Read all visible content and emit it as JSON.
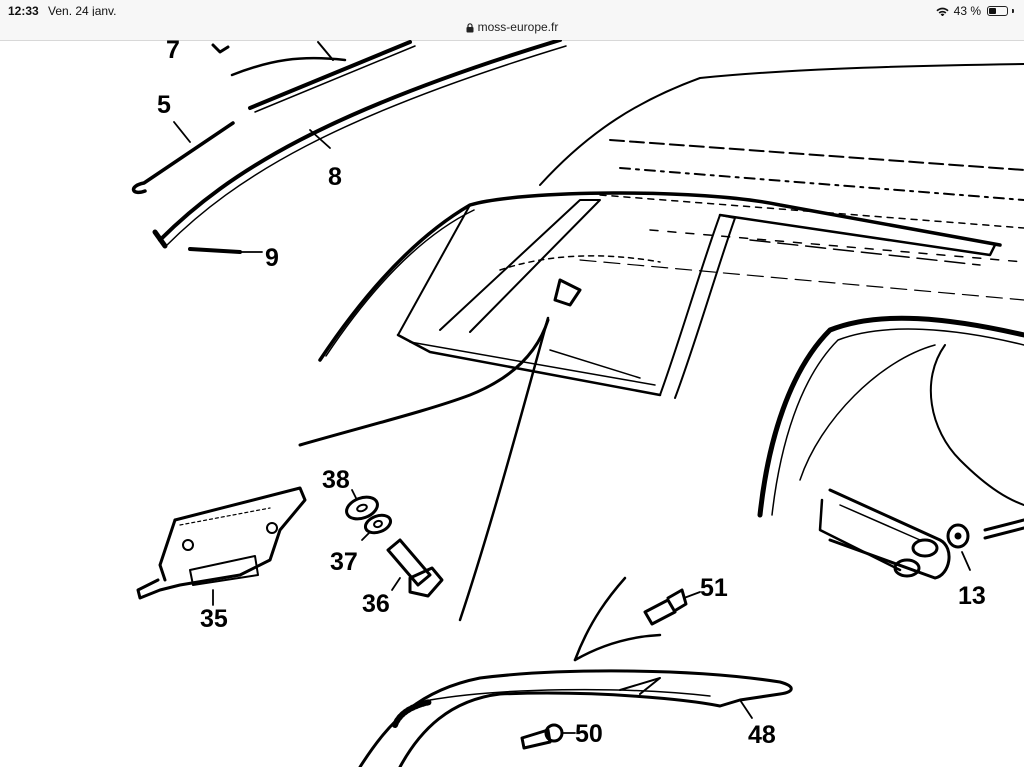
{
  "status_bar": {
    "time": "12:33",
    "date": "Ven. 24 janv.",
    "battery_percent": "43 %",
    "battery_level": 0.43,
    "icons": [
      "wifi-icon",
      "battery-icon"
    ]
  },
  "browser": {
    "url": "moss-europe.fr",
    "secure": true
  },
  "diagram": {
    "callouts": {
      "c7": "7",
      "c5": "5",
      "c8": "8",
      "c9": "9",
      "c38": "38",
      "c37": "37",
      "c36": "36",
      "c35": "35",
      "c51": "51",
      "c13": "13",
      "c48": "48",
      "c50": "50"
    }
  }
}
